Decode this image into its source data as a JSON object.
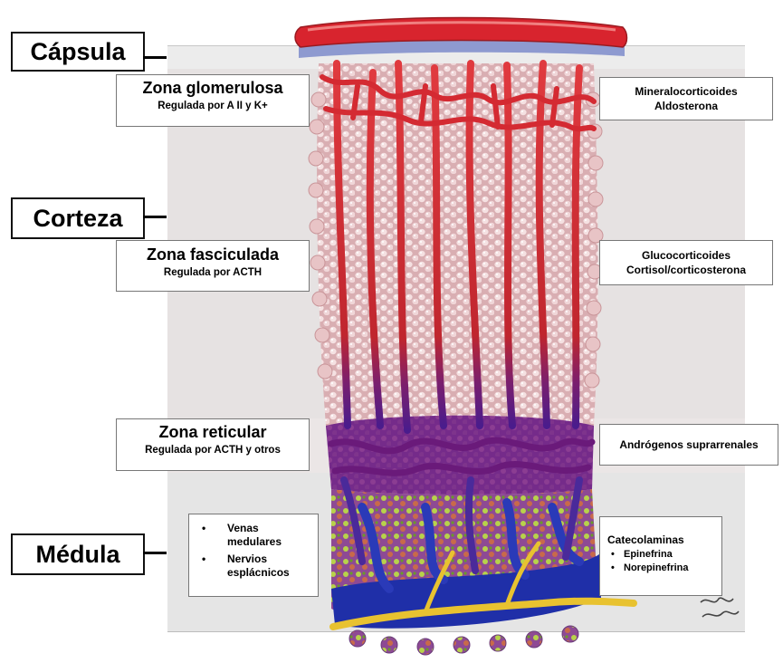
{
  "labels": {
    "capsula": "Cápsula",
    "corteza": "Corteza",
    "medula": "Médula"
  },
  "zones": {
    "glomerulosa": {
      "title": "Zona glomerulosa",
      "sub": "Regulada por A II y K+"
    },
    "fasciculada": {
      "title": "Zona fasciculada",
      "sub": "Regulada por ACTH"
    },
    "reticular": {
      "title": "Zona reticular",
      "sub": "Regulada por ACTH y otros"
    }
  },
  "hormones": {
    "glomerulosa": {
      "line1": "Mineralocorticoides",
      "line2": "Aldosterona"
    },
    "fasciculada": {
      "line1": "Glucocorticoides",
      "line2": "Cortisol/corticosterona"
    },
    "reticular": {
      "line1": "Andrógenos suprarrenales"
    },
    "medula": {
      "title": "Catecolaminas",
      "items": [
        "Epinefrina",
        "Norepinefrina"
      ]
    }
  },
  "medulla_structures": {
    "items": [
      "Venas medulares",
      "Nervios esplácnicos"
    ]
  },
  "colors": {
    "vessel_red": "#c8202a",
    "cortex_cells": "#e8c4c6",
    "reticular_purple": "#5a1a8a",
    "medulla_blue": "#1f2fa8",
    "nerve_yellow": "#e8c230",
    "capsule_blue": "#8e9ad0"
  }
}
